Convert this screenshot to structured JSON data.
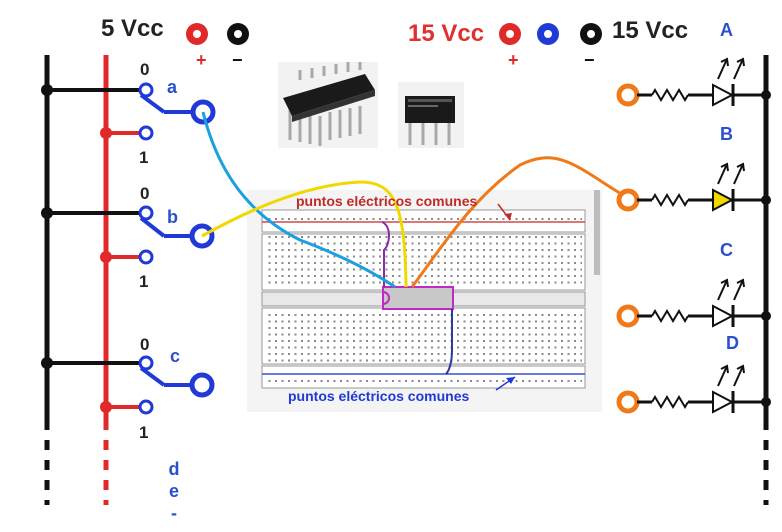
{
  "supplies": {
    "left_label": "5 Vcc",
    "mid_label": "15 Vcc",
    "right_label": "15 Vcc",
    "plus": "+",
    "minus": "−"
  },
  "switches": [
    {
      "name": "a",
      "off": "0",
      "on": "1"
    },
    {
      "name": "b",
      "off": "0",
      "on": "1"
    },
    {
      "name": "c",
      "off": "0",
      "on": "1"
    }
  ],
  "continuation_label": "d e -",
  "leds": [
    "A",
    "B",
    "C",
    "D"
  ],
  "breadboard": {
    "top_note": "puntos eléctricos comunes",
    "bottom_note": "puntos eléctricos comunes"
  },
  "colors": {
    "red": "#e02a2a",
    "blue": "#1f3ad6",
    "orange": "#f07a1a",
    "yellow": "#f0d800",
    "wire_blue": "#1aa0e0",
    "chip": "#e39de0"
  }
}
